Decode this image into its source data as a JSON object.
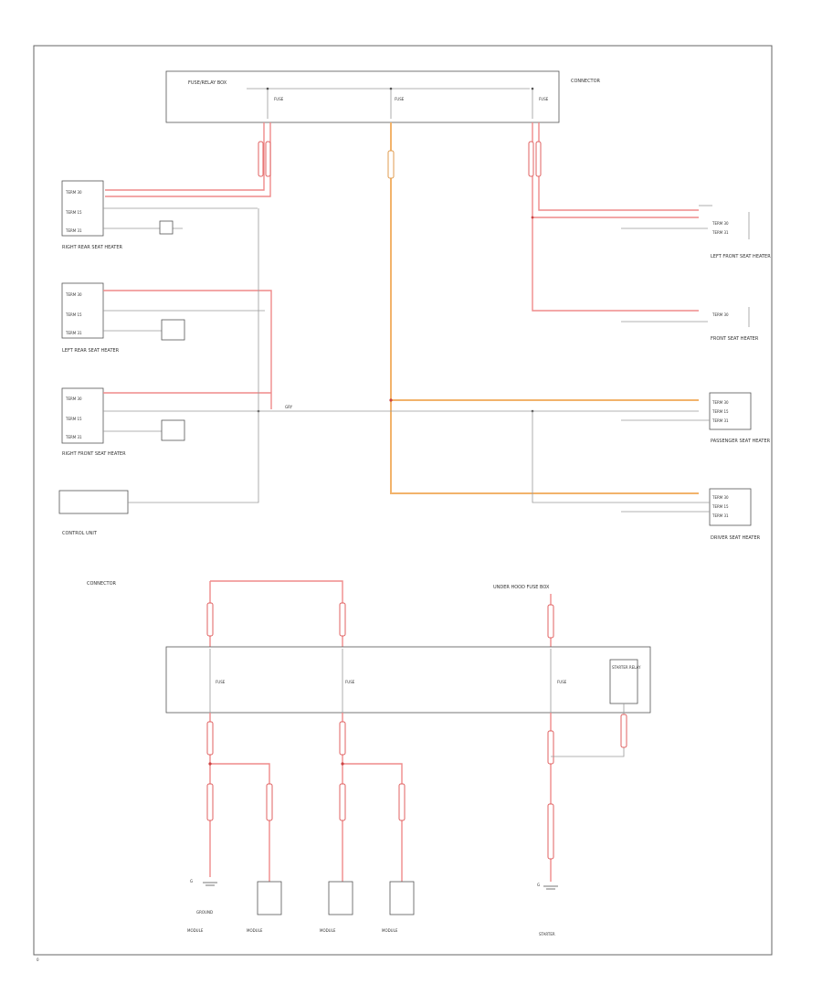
{
  "colors": {
    "wire_red": "#ef8a8a",
    "wire_orange": "#f2b36b",
    "wire_gray": "#9a9a9a",
    "frame": "#666666"
  },
  "labels": {
    "top_fuse_box": "FUSE/RELAY BOX",
    "fuse_a": "FUSE",
    "fuse_b": "FUSE",
    "fuse_c": "FUSE",
    "right_rear_heater": "RIGHT REAR SEAT HEATER",
    "left_rear_heater": "LEFT REAR SEAT HEATER",
    "right_front_heater": "RIGHT FRONT SEAT HEATER",
    "left_front_heater": "LEFT FRONT SEAT HEATER",
    "front_heater": "FRONT SEAT HEATER",
    "passenger_heater": "PASSENGER SEAT HEATER",
    "driver_heater": "DRIVER SEAT HEATER",
    "control_unit": "CONTROL UNIT",
    "top_left_connector": "CONNECTOR",
    "top_right_connector": "CONNECTOR",
    "under_hood_box": "UNDER HOOD FUSE BOX",
    "starter_relay": "STARTER RELAY",
    "fuse_d": "FUSE",
    "fuse_e": "FUSE",
    "fuse_f": "FUSE",
    "ground_left": "G",
    "ground_right": "G",
    "ground_label_left": "GROUND",
    "ground_label_right": "STARTER",
    "module_1": "MODULE",
    "module_2": "MODULE",
    "module_3": "MODULE",
    "module_4": "MODULE",
    "wire_mid": "GRY",
    "page_footer": "0"
  }
}
